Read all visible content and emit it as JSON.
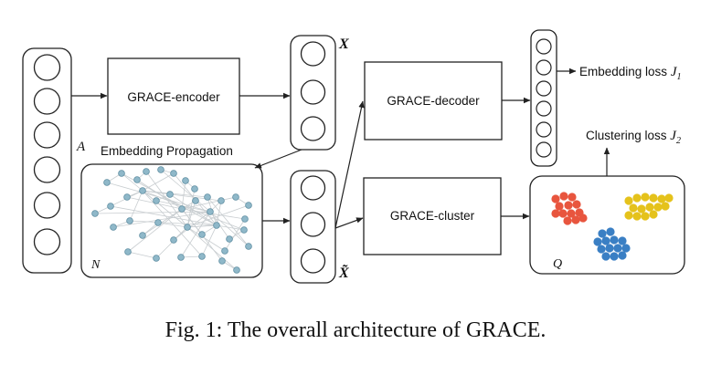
{
  "diagram": {
    "boxes": {
      "encoder": "GRACE-encoder",
      "decoder": "GRACE-decoder",
      "cluster": "GRACE-cluster"
    },
    "labels": {
      "input": "A",
      "x_top": "X",
      "x_bottom": "X̃",
      "propagation": "Embedding Propagation",
      "graph": "N",
      "clusters": "Q"
    },
    "losses": {
      "embedding_prefix": "Embedding loss ",
      "embedding_symbol": "J",
      "embedding_index": "1",
      "clustering_prefix": "Clustering loss ",
      "clustering_symbol": "J",
      "clustering_index": "2"
    },
    "colors": {
      "node": "#8fb8c9",
      "node_stroke": "#5f8ea2",
      "cluster_red": "#e8553e",
      "cluster_blue": "#3a7fc4",
      "cluster_yellow": "#e5c21b"
    }
  },
  "caption": "Fig. 1: The overall architecture of GRACE."
}
